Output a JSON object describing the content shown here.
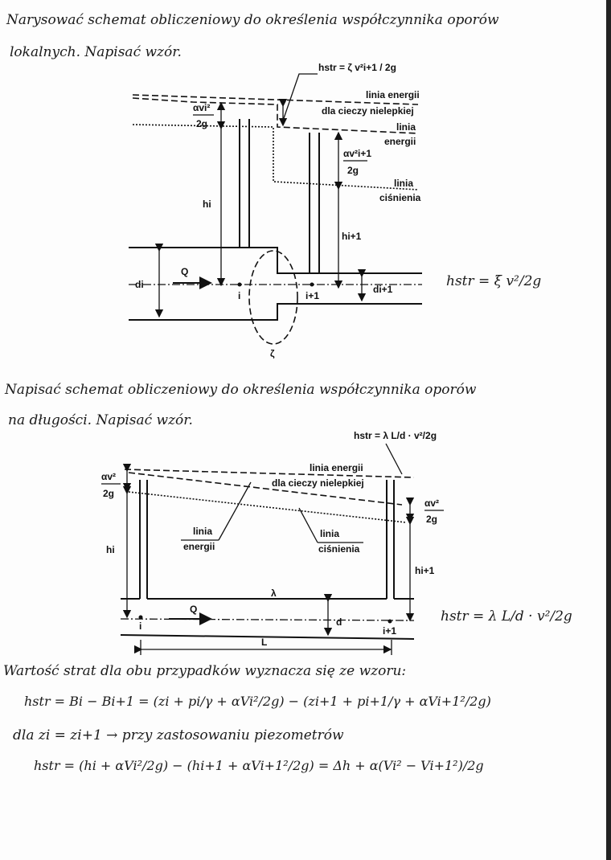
{
  "question1": {
    "line1": "Narysować schemat obliczeniowy do określenia współczynnika oporów",
    "line2": "lokalnych. Napisać wzór."
  },
  "diagram1": {
    "hstr_formula": "hstr = ζ v²i+1 / 2g",
    "energy_line_ideal_1": "linia energii",
    "energy_line_ideal_2": "dla cieczy nielepkiej",
    "energy_line_1": "linia",
    "energy_line_2": "energii",
    "pressure_line_1": "linia",
    "pressure_line_2": "ciśnienia",
    "velocity_head_i_num": "αvi²",
    "velocity_head_i_den": "2g",
    "velocity_head_i1_num": "αv²i+1",
    "velocity_head_i1_den": "2g",
    "h_i": "hi",
    "h_i1": "hi+1",
    "d_i": "di",
    "d_i1": "di+1",
    "flow": "Q",
    "section_i": "i",
    "section_i1": "i+1",
    "zeta": "ζ",
    "handwritten_formula": "hstr = ξ v²/2g"
  },
  "question2": {
    "line1": "Napisać schemat obliczeniowy do określenia współczynnika oporów",
    "line2": "na długości. Napisać wzór."
  },
  "diagram2": {
    "hstr_formula": "hstr = λ L/d · v²/2g",
    "energy_line_ideal_1": "linia energii",
    "energy_line_ideal_2": "dla cieczy nielepkiej",
    "energy_line_1": "linia",
    "energy_line_2": "energii",
    "pressure_line_1": "linia",
    "pressure_line_2": "ciśnienia",
    "velocity_head_num": "αv²",
    "velocity_head_den": "2g",
    "h_i": "hi",
    "h_i1": "hi+1",
    "lambda": "λ",
    "flow": "Q",
    "d": "d",
    "length": "L",
    "section_i": "i",
    "section_i1": "i+1",
    "handwritten_formula": "hstr = λ L/d · v²/2g"
  },
  "answer": {
    "line1": "Wartość strat dla obu przypadków wyznacza się ze wzoru:",
    "line2": "hstr = Bi − Bi+1 = (zi + pi/γ + αVi²/2g) − (zi+1 + pi+1/γ + αVi+1²/2g)",
    "line3": "dla zi = zi+1  → przy zastosowaniu piezometrów",
    "line4": "hstr = (hi + αVi²/2g) − (hi+1 + αVi+1²/2g) = Δh + α(Vi² − Vi+1²)/2g"
  }
}
